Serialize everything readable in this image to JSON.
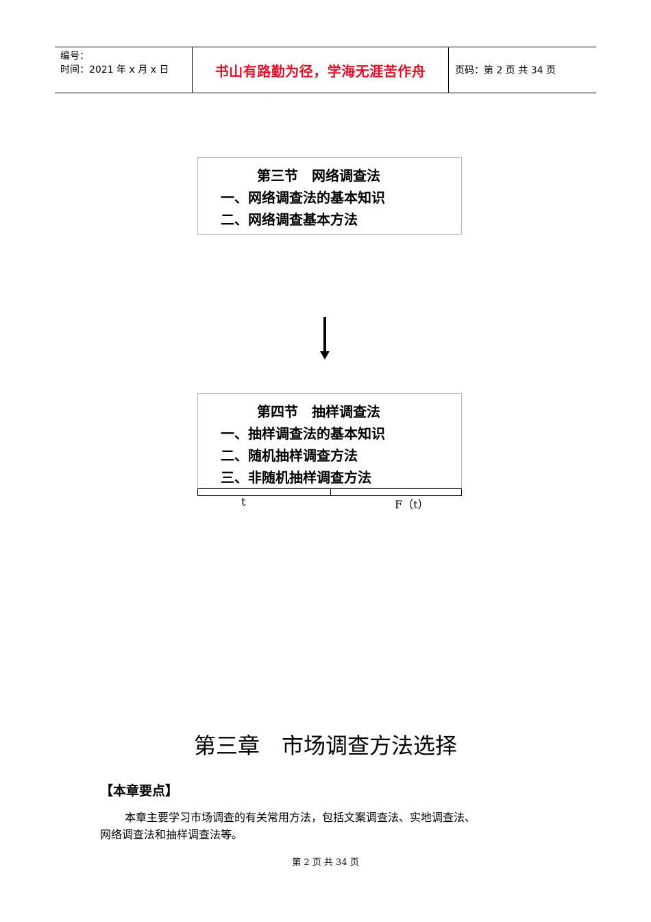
{
  "header": {
    "number_label": "编号：",
    "date_line": "时间：2021 年 x 月 x 日",
    "motto": "书山有路勤为径，学海无涯苦作舟",
    "page_info": "页码：第 2 页  共 34 页"
  },
  "box1": {
    "title": "第三节　网络调查法",
    "lines": [
      "一、网络调查法的基本知识",
      "二、网络调查基本方法"
    ]
  },
  "box2": {
    "title": "第四节　抽样调查法",
    "lines": [
      "一、抽样调查法的基本知识",
      "二、随机抽样调查方法",
      "三、非随机抽样调查方法"
    ]
  },
  "table": {
    "col1": "t",
    "col2": "F（t）"
  },
  "chapter_title": "第三章　市场调查方法选择",
  "keypoints_heading": "【本章要点】",
  "paragraph": [
    "本章主要学习市场调查的有关常用方法，包括文案调查法、实地调查法、",
    "网络调查法和抽样调查法等。"
  ],
  "footer": "第 2 页 共 34 页",
  "colors": {
    "motto": "#e0102a",
    "box_border": "#b5b5b5"
  }
}
